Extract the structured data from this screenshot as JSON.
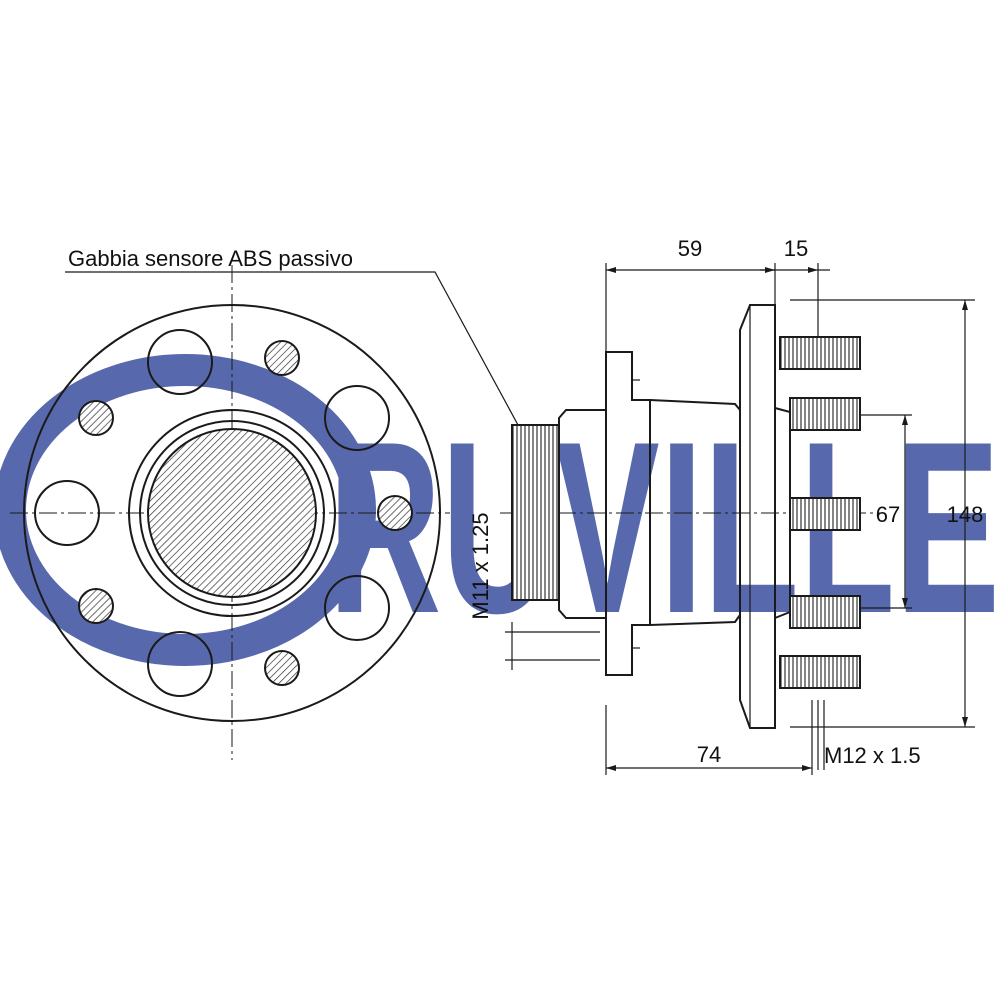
{
  "diagram": {
    "callout_label": "Gabbia sensore ABS passivo",
    "watermark_text": "RUVILLE",
    "dimensions": {
      "hub_length": "59",
      "flange_thickness": "15",
      "overall_length": "74",
      "bearing_thread": "M11 x 1.25",
      "stud_thread": "M12 x 1.5",
      "pitch_circle": "67",
      "flange_diameter": "148"
    },
    "colors": {
      "line": "#1a1a1a",
      "watermark": "#3a4f9e",
      "hatch_fill": "#8a8a8a",
      "background": "#ffffff"
    }
  }
}
